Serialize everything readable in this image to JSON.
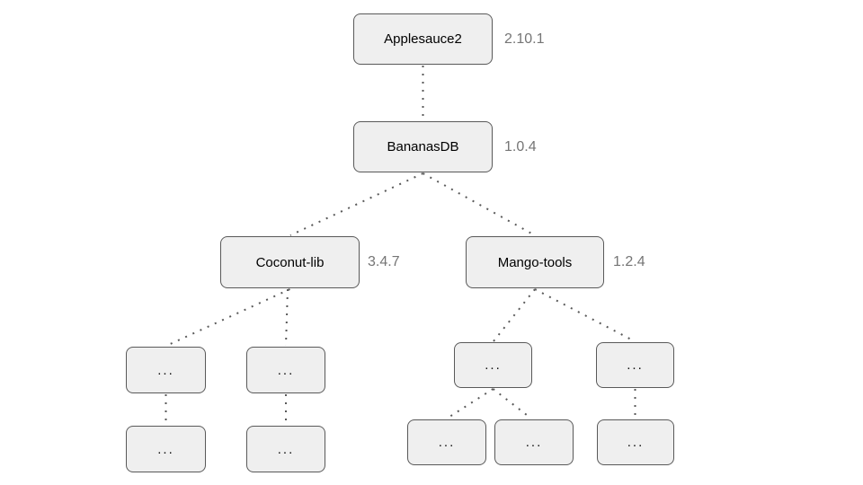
{
  "diagram": {
    "type": "dependency-tree",
    "background": "#ffffff",
    "colors": {
      "node_fill": "#efefef",
      "node_border": "#595959",
      "edge": "#595959",
      "label_text": "#000000",
      "version_text": "#757575"
    },
    "nodes": [
      {
        "id": "applesauce2",
        "label": "Applesauce2",
        "version": "2.10.1"
      },
      {
        "id": "bananasdb",
        "label": "BananasDB",
        "version": "1.0.4"
      },
      {
        "id": "coconut-lib",
        "label": "Coconut-lib",
        "version": "3.4.7"
      },
      {
        "id": "mango-tools",
        "label": "Mango-tools",
        "version": "1.2.4"
      }
    ],
    "placeholder_label": "...",
    "edges": [
      {
        "from": "applesauce2",
        "to": "bananasdb"
      },
      {
        "from": "bananasdb",
        "to": "coconut-lib"
      },
      {
        "from": "bananasdb",
        "to": "mango-tools"
      },
      {
        "from": "coconut-lib",
        "to": "placeholder-l1"
      },
      {
        "from": "coconut-lib",
        "to": "placeholder-l2"
      },
      {
        "from": "placeholder-l1",
        "to": "placeholder-l3"
      },
      {
        "from": "placeholder-l2",
        "to": "placeholder-l4"
      },
      {
        "from": "mango-tools",
        "to": "placeholder-r1"
      },
      {
        "from": "mango-tools",
        "to": "placeholder-r2"
      },
      {
        "from": "placeholder-r1",
        "to": "placeholder-r3"
      },
      {
        "from": "placeholder-r1",
        "to": "placeholder-r4"
      },
      {
        "from": "placeholder-r2",
        "to": "placeholder-r5"
      }
    ]
  }
}
